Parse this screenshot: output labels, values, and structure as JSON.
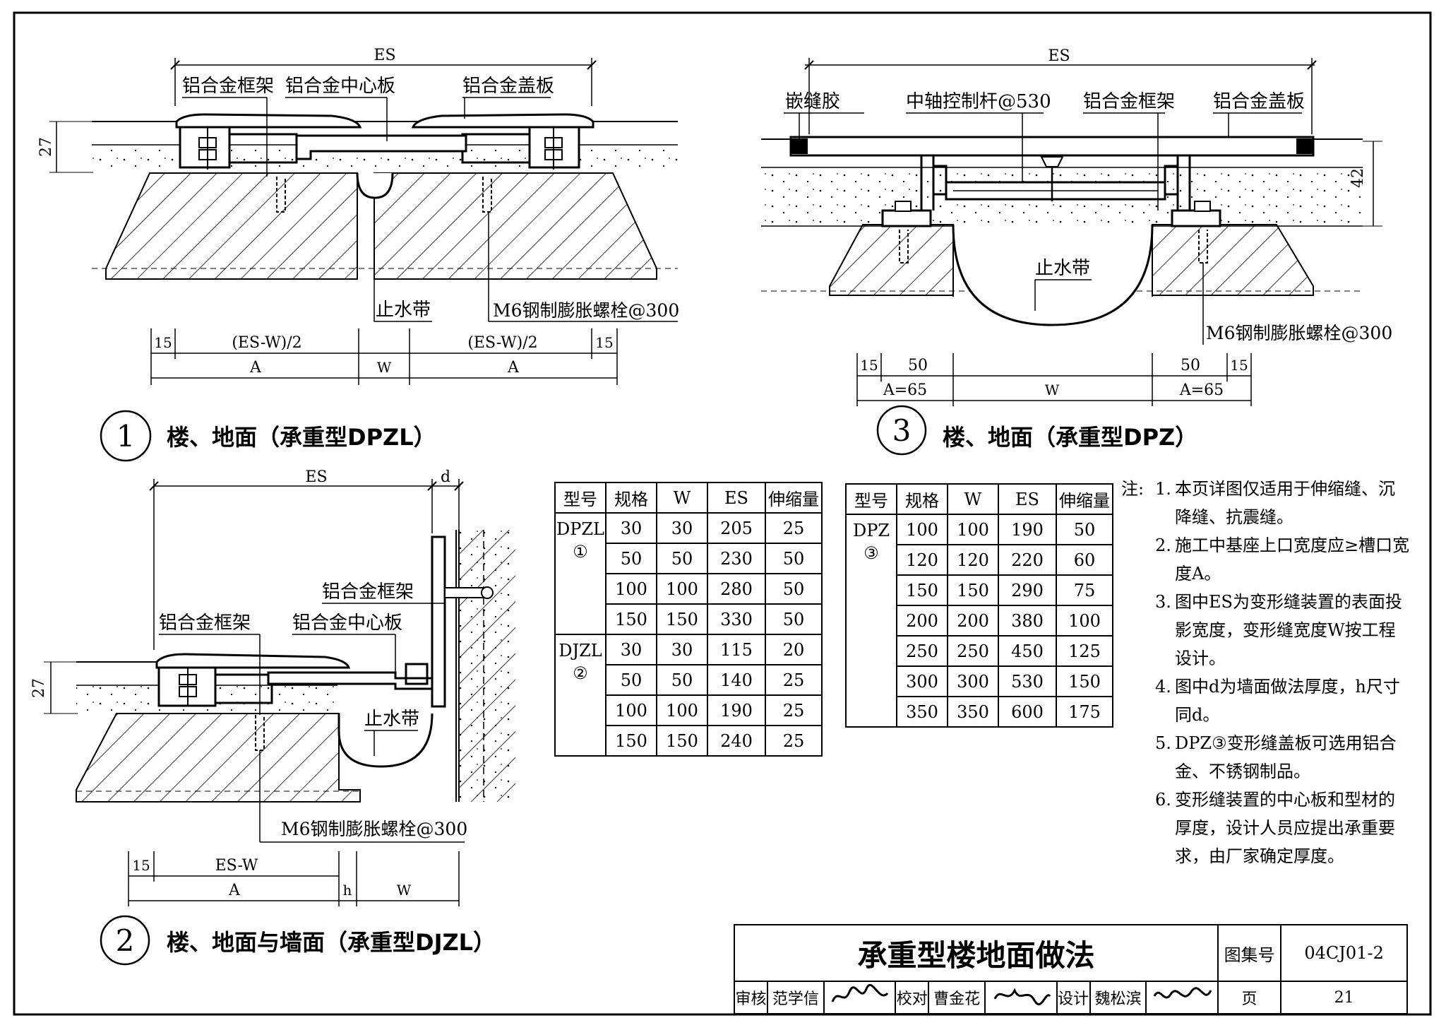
{
  "details": {
    "d1": {
      "number": "1",
      "caption": "楼、地面（承重型DPZL）",
      "dim_es": "ES",
      "dim_27": "27",
      "labels": {
        "frame": "铝合金框架",
        "center_plate": "铝合金中心板",
        "cover_plate": "铝合金盖板",
        "waterstop": "止水带",
        "bolt": "M6钢制膨胀螺栓@300"
      },
      "dims": {
        "d15_left": "15",
        "half_left": "(ES-W)/2",
        "a_left": "A",
        "w": "W",
        "half_right": "(ES-W)/2",
        "a_right": "A",
        "d15_right": "15"
      }
    },
    "d2": {
      "number": "2",
      "caption": "楼、地面与墙面（承重型DJZL）",
      "dim_es": "ES",
      "dim_d": "d",
      "dim_27": "27",
      "labels": {
        "frame_upper": "铝合金框架",
        "frame_lower": "铝合金框架",
        "center_plate": "铝合金中心板",
        "waterstop": "止水带",
        "bolt": "M6钢制膨胀螺栓@300"
      },
      "dims": {
        "d15": "15",
        "es_w": "ES-W",
        "a": "A",
        "h": "h",
        "w": "W"
      }
    },
    "d3": {
      "number": "3",
      "caption": "楼、地面（承重型DPZ）",
      "dim_es": "ES",
      "dim_42": "42",
      "labels": {
        "sealant": "嵌缝胶",
        "rod": "中轴控制杆@530",
        "frame": "铝合金框架",
        "cover": "铝合金盖板",
        "waterstop": "止水带",
        "bolt": "M6钢制膨胀螺栓@300"
      },
      "dims": {
        "d15_left": "15",
        "d50_left": "50",
        "a65_left": "A=65",
        "w": "W",
        "d50_right": "50",
        "d15_right": "15",
        "a65_right": "A=65"
      }
    }
  },
  "table1": {
    "headers": [
      "型号",
      "规格",
      "W",
      "ES",
      "伸缩量"
    ],
    "groups": [
      {
        "model": "DPZL",
        "ref": "①",
        "rows": [
          [
            "30",
            "30",
            "205",
            "25"
          ],
          [
            "50",
            "50",
            "230",
            "50"
          ],
          [
            "100",
            "100",
            "280",
            "50"
          ],
          [
            "150",
            "150",
            "330",
            "50"
          ]
        ]
      },
      {
        "model": "DJZL",
        "ref": "②",
        "rows": [
          [
            "30",
            "30",
            "115",
            "20"
          ],
          [
            "50",
            "50",
            "140",
            "25"
          ],
          [
            "100",
            "100",
            "190",
            "25"
          ],
          [
            "150",
            "150",
            "240",
            "25"
          ]
        ]
      }
    ]
  },
  "table2": {
    "headers": [
      "型号",
      "规格",
      "W",
      "ES",
      "伸缩量"
    ],
    "groups": [
      {
        "model": "DPZ",
        "ref": "③",
        "rows": [
          [
            "100",
            "100",
            "190",
            "50"
          ],
          [
            "120",
            "120",
            "220",
            "60"
          ],
          [
            "150",
            "150",
            "290",
            "75"
          ],
          [
            "200",
            "200",
            "380",
            "100"
          ],
          [
            "250",
            "250",
            "450",
            "125"
          ],
          [
            "300",
            "300",
            "530",
            "150"
          ],
          [
            "350",
            "350",
            "600",
            "175"
          ]
        ]
      }
    ]
  },
  "notes": {
    "label": "注:",
    "items": [
      {
        "num": "1.",
        "text": "本页详图仅适用于伸缩缝、沉降缝、抗震缝。"
      },
      {
        "num": "2.",
        "text": "施工中基座上口宽度应≥槽口宽度A。"
      },
      {
        "num": "3.",
        "text": "图中ES为变形缝装置的表面投影宽度，变形缝宽度W按工程设计。"
      },
      {
        "num": "4.",
        "text": "图中d为墙面做法厚度，h尺寸同d。"
      },
      {
        "num": "5.",
        "text": "DPZ③变形缝盖板可选用铝合金、不锈钢制品。"
      },
      {
        "num": "6.",
        "text": "变形缝装置的中心板和型材的厚度，设计人员应提出承重要求，由厂家确定厚度。"
      }
    ]
  },
  "titleblock": {
    "title": "承重型楼地面做法",
    "atlas_label": "图集号",
    "atlas_number": "04CJ01-2",
    "page_label": "页",
    "page_number": "21",
    "review_label": "审核",
    "reviewer": "范学信",
    "check_label": "校对",
    "checker": "曹金花",
    "design_label": "设计",
    "designer": "魏松滨"
  }
}
